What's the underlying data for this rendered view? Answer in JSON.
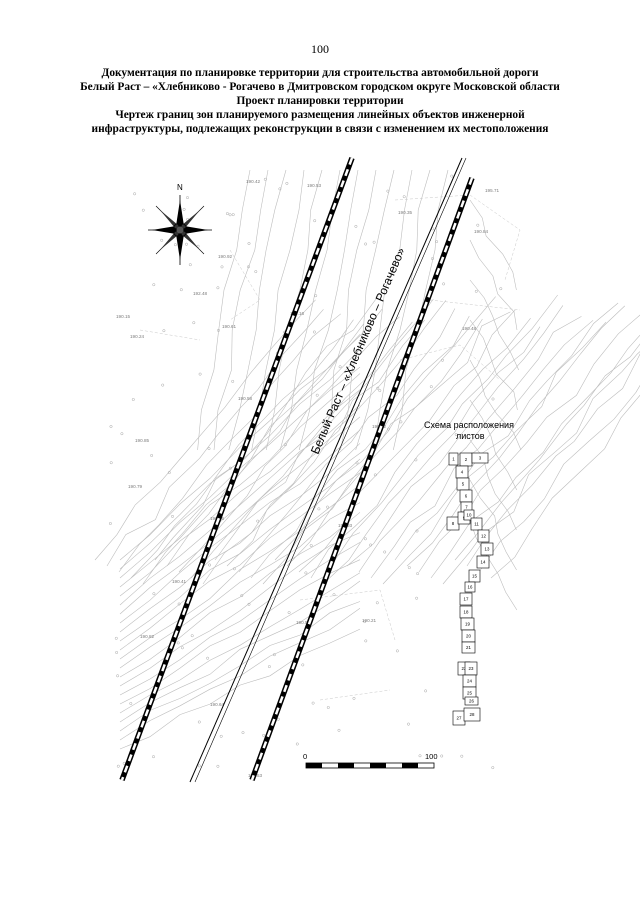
{
  "page_number": "100",
  "header": {
    "line1": "Документация по планировке территории для строительства автомобильной дороги",
    "line2": "Белый Раст – «Хлебниково - Рогачево в Дмитровском городском округе Московской области",
    "line3": "Проект планировки территории",
    "line4": "Чертеж границ зон планируемого размещения линейных объектов инженерной",
    "line5": "инфраструктуры, подлежащих реконструкции в связи с изменением их местоположения"
  },
  "map": {
    "north_label": "N",
    "road_label": "Белый Раст – «Хлебниково – Рогачево»",
    "scheme_title_line1": "Схема расположения",
    "scheme_title_line2": "листов",
    "scale_start": "0",
    "scale_end": "100",
    "sheets": [
      "1",
      "2",
      "3",
      "4",
      "5",
      "6",
      "7",
      "8",
      "9",
      "10",
      "11",
      "12",
      "13",
      "14",
      "15",
      "16",
      "17",
      "18",
      "19",
      "20",
      "21",
      "22",
      "23",
      "24",
      "25",
      "26",
      "27",
      "28"
    ],
    "elevations": [
      "190.42",
      "190.53",
      "195.71",
      "190.35",
      "190.84",
      "190.92",
      "192.48",
      "190.16",
      "190.15",
      "190.24",
      "190.61",
      "190.48",
      "190.58",
      "190.85",
      "190.22",
      "190.79",
      "190.86",
      "190.93",
      "190.41",
      "190.58",
      "190.21",
      "190.82",
      "190.64",
      "190.53"
    ]
  }
}
